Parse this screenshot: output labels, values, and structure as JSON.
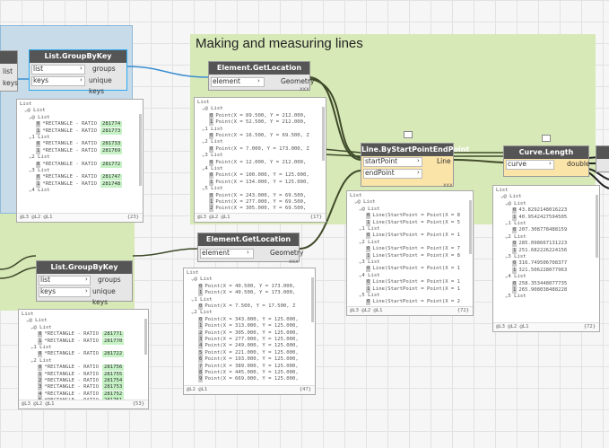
{
  "groups": {
    "measuring_title": "Making and measuring lines"
  },
  "nodes": {
    "gbk1": {
      "title": "List.GroupByKey",
      "in1": "list",
      "in2": "keys",
      "out1": "groups",
      "out2": "unique keys"
    },
    "gbk2": {
      "title": "List.GroupByKey",
      "in1": "list",
      "in2": "keys",
      "out1": "groups",
      "out2": "unique keys"
    },
    "egl1": {
      "title": "Element.GetLocation",
      "in1": "element",
      "out1": "Geometry"
    },
    "egl2": {
      "title": "Element.GetLocation",
      "in1": "element",
      "out1": "Geometry"
    },
    "line": {
      "title": "Line.ByStartPointEndPoint",
      "in1": "startPoint",
      "in2": "endPoint",
      "out1": "Line"
    },
    "curve": {
      "title": "Curve.Length",
      "in1": "curve",
      "out1": "double"
    },
    "partial_left": {
      "in1": "list",
      "in2": "keys"
    },
    "partial_right": {
      "out1": "ub"
    }
  },
  "watch": {
    "w_gbk1": {
      "lines": [
        "List",
        "⌄@ List",
        "⌄@ List",
        "0 *RECTANGLE - RATIO",
        "1 *RECTANGLE - RATIO",
        "⌄1 List",
        "0 *RECTANGLE - RATIO",
        "1 *RECTANGLE - RATIO",
        "⌄2 List",
        "0 *RECTANGLE - RATIO",
        "⌄3 List",
        "0 *RECTANGLE - RATIO",
        "1 *RECTANGLE - RATIO",
        "⌄4 List"
      ],
      "values": [
        "281774",
        "281773",
        "281733",
        "281769",
        "281772",
        "281747",
        "281748"
      ],
      "level": "@L3 @L2 @L1",
      "count": "{23}"
    },
    "w_egl1": {
      "lines": [
        "List",
        "⌄@ List",
        "0 Point(X = 89.500, Y = 212.000,",
        "1 Point(X = 52.500, Y = 212.000,",
        "⌄1 List",
        "0 Point(X = 16.500, Y = 69.500, Z",
        "⌄2 List",
        "0 Point(X = 7.000, Y = 173.000, Z",
        "⌄3 List",
        "0 Point(X = 12.000, Y = 212.000,",
        "⌄4 List",
        "0 Point(X = 100.000, Y = 125.000,",
        "1 Point(X = 134.000, Y = 125.000,",
        "⌄5 List",
        "0 Point(X = 243.000, Y = 69.500,",
        "1 Point(X = 277.000, Y = 69.500,",
        "2 Point(X = 305.000, Y = 69.500,"
      ],
      "level": "@L3 @L2 @L1",
      "count": "{17}"
    },
    "w_line": {
      "lines": [
        "List",
        "⌄@ List",
        "⌄@ List",
        "0 Line(StartPoint = Point(X = 8",
        "1 Line(StartPoint = Point(X = 5",
        "⌄1 List",
        "0 Line(StartPoint = Point(X = 1",
        "⌄2 List",
        "0 Line(StartPoint = Point(X = 7",
        "1 Line(StartPoint = Point(X = 8",
        "⌄3 List",
        "0 Line(StartPoint = Point(X = 1",
        "⌄4 List",
        "0 Line(StartPoint = Point(X = 1",
        "1 Line(StartPoint = Point(X = 1",
        "⌄5 List",
        "0 Line(StartPoint = Point(X = 2"
      ],
      "level": "@L3 @L2 @L1",
      "count": "{72}"
    },
    "w_curve": {
      "lines": [
        "List",
        "⌄@ List",
        "⌄@ List",
        "0 43.8292148016223",
        "1 40.9542427594505",
        "⌄1 List",
        "0 207.308778488159",
        "⌄2 List",
        "0 285.098667131223",
        "1 251.682226224156",
        "⌄3 List",
        "0 316.749506708377",
        "1 321.506228077963",
        "⌄4 List",
        "0 258.353448077735",
        "1 265.908038488228",
        "⌄5 List"
      ],
      "level": "@L3 @L2 @L1",
      "count": "{72}"
    },
    "w_gbk2": {
      "lines": [
        "List",
        "⌄@ List",
        "⌄@ List",
        "0 *RECTANGLE - RATIO",
        "1 *RECTANGLE - RATIO",
        "⌄1 List",
        "0 *RECTANGLE - RATIO",
        "⌄2 List",
        "0 *RECTANGLE - RATIO",
        "1 *RECTANGLE - RATIO",
        "2 *RECTANGLE - RATIO",
        "3 *RECTANGLE - RATIO",
        "4 *RECTANGLE - RATIO",
        "5 *RECTANGLE - RATIO",
        "6 *RECTANGLE - RATIO"
      ],
      "values": [
        "281771",
        "281770",
        "281722",
        "281756",
        "281755",
        "281754",
        "281753",
        "281752",
        "281751"
      ],
      "level": "@L3 @L2 @L1",
      "count": "{53}"
    },
    "w_egl2": {
      "lines": [
        "List",
        "⌄@ List",
        "0 Point(X = 40.500, Y = 173.000,",
        "1 Point(X = 40.500, Y = 173.000,",
        "⌄1 List",
        "0 Point(X = 7.500, Y = 17.500, Z",
        "⌄2 List",
        "0 Point(X = 343.000, Y = 125.000,",
        "1 Point(X = 313.000, Y = 125.000,",
        "2 Point(X = 305.000, Y = 125.000,",
        "3 Point(X = 277.000, Y = 125.000,",
        "4 Point(X = 249.000, Y = 125.000,",
        "5 Point(X = 221.000, Y = 125.000,",
        "6 Point(X = 193.000, Y = 125.000,",
        "7 Point(X = 389.000, Y = 125.000,",
        "8 Point(X = 445.000, Y = 125.000,",
        "9 Point(X = 669.000, Y = 125.000,"
      ],
      "level": "@L2 @L1",
      "count": "{47}"
    }
  },
  "colors": {
    "group_green": "#d8e9b8",
    "group_blue": "#c7dbe9",
    "node_header": "#555555",
    "selected_border": "#2ea8f0",
    "wire": "#3f4a2a",
    "wire_blue": "#3a8ed0"
  }
}
